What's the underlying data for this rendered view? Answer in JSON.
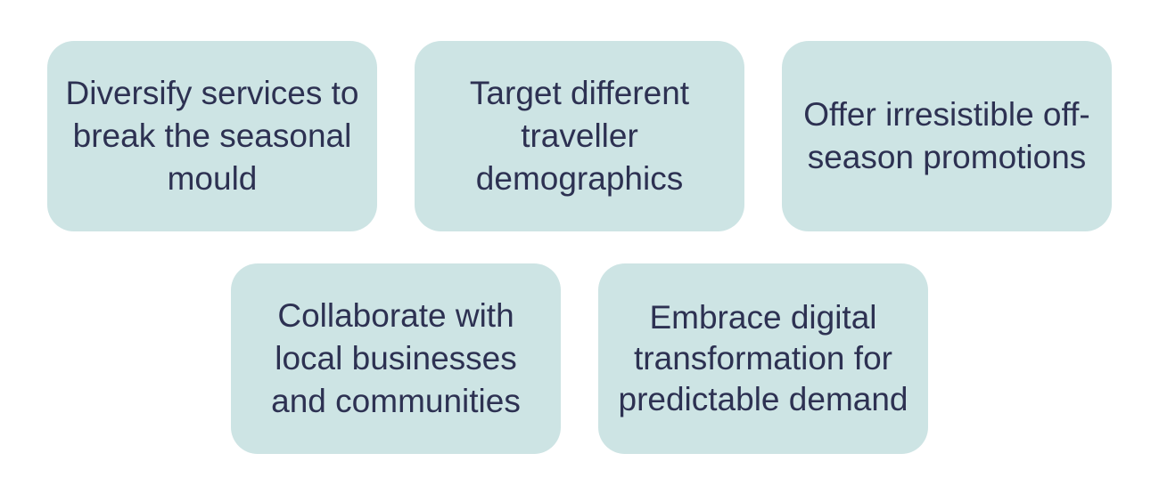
{
  "cards": [
    {
      "text": "Diversify services to break the seasonal mould"
    },
    {
      "text": "Target different traveller demographics"
    },
    {
      "text": "Offer irresistible off-season promotions"
    },
    {
      "text": "Collaborate with local businesses and communities"
    },
    {
      "text": "Embrace digital transformation for predictable demand"
    }
  ],
  "colors": {
    "card_background": "#cde4e4",
    "text": "#2d3152",
    "page_background": "#ffffff"
  }
}
